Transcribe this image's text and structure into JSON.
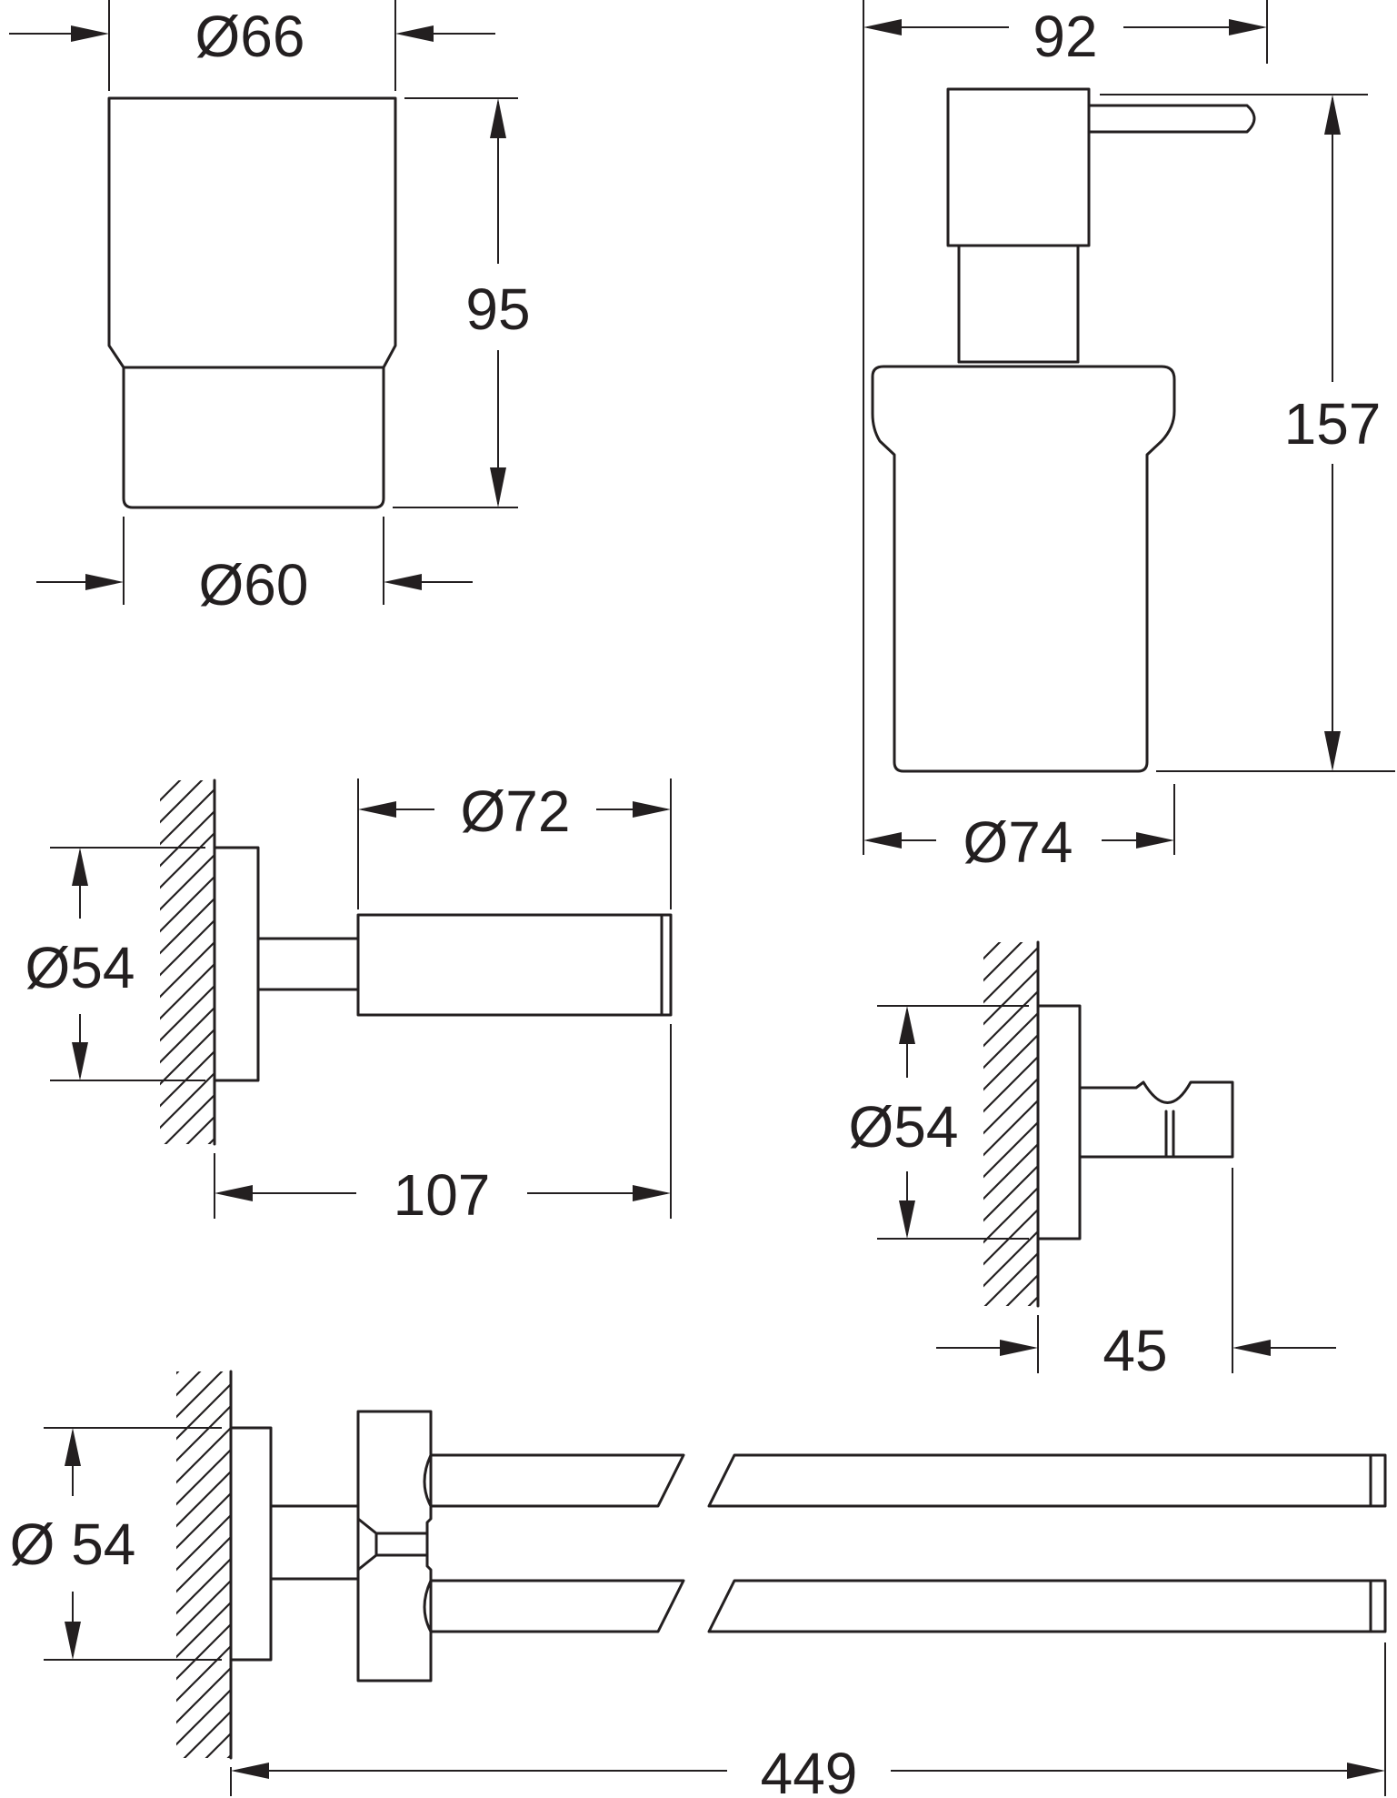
{
  "colors": {
    "line": "#231f20",
    "background": "#ffffff"
  },
  "dimensions": {
    "tumbler_top_diameter": "Ø66",
    "tumbler_height": "95",
    "tumbler_bottom_diameter": "Ø60",
    "dispenser_width": "92",
    "dispenser_height": "157",
    "dispenser_diameter": "Ø74",
    "holder_cup_diameter": "Ø72",
    "holder_rosette_diameter": "Ø54",
    "holder_projection": "107",
    "hook_rosette_diameter": "Ø54",
    "hook_projection": "45",
    "towel_bar_rosette_diameter": "Ø 54",
    "towel_bar_length": "449"
  }
}
